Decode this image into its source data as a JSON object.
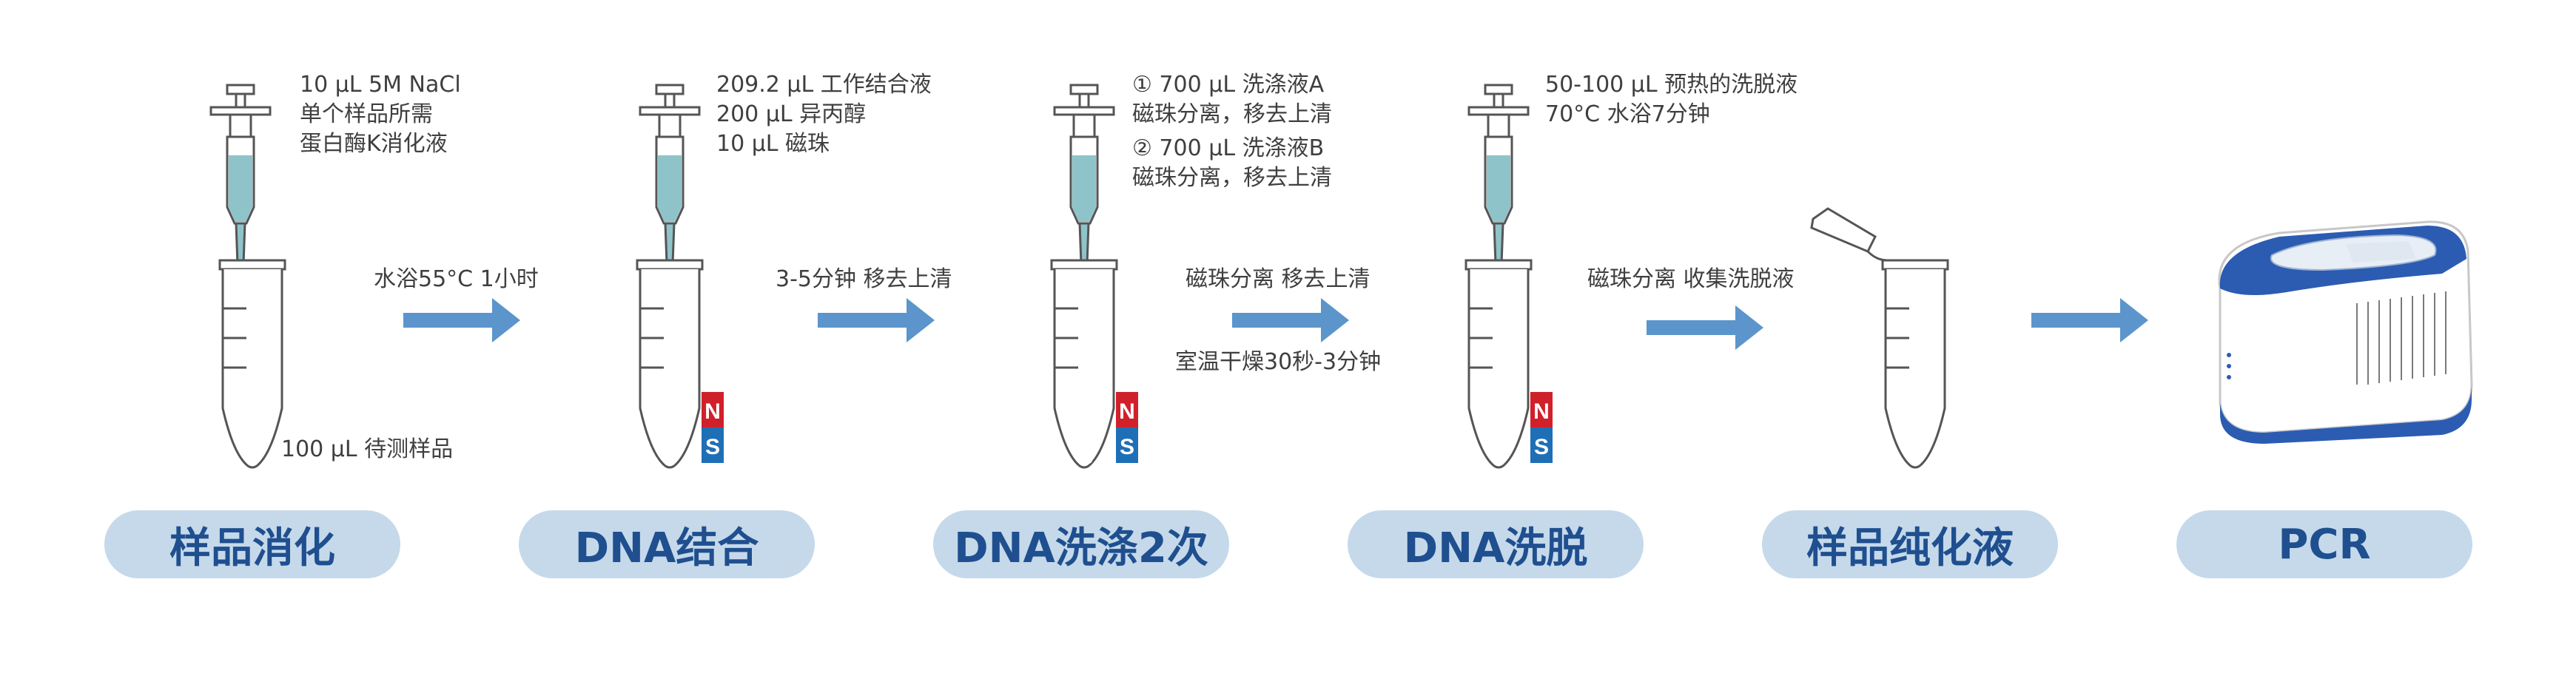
{
  "steps": [
    {
      "label": "样品消化",
      "reagents": [
        "10 µL 5M NaCl",
        "单个样品所需",
        "蛋白酶K消化液"
      ],
      "bottom_note": "100 µL 待测样品"
    },
    {
      "label": "DNA结合",
      "reagents": [
        "209.2 µL 工作结合液",
        "200 µL 异丙醇",
        "10 µL 磁珠"
      ]
    },
    {
      "label": "DNA洗涤2次",
      "reagents": [
        "① 700 µL 洗涤液A",
        "磁珠分离，移去上清",
        "② 700 µL 洗涤液B",
        "磁珠分离，移去上清"
      ]
    },
    {
      "label": "DNA洗脱",
      "reagents": [
        "50-100 µL 预热的洗脱液",
        "70°C 水浴7分钟"
      ]
    },
    {
      "label": "样品纯化液"
    },
    {
      "label": "PCR"
    }
  ],
  "arrows": [
    {
      "text_top": "水浴55°C 1小时"
    },
    {
      "text_top": "3-5分钟 移去上清"
    },
    {
      "text_top": "磁珠分离 移去上清",
      "text_bottom": "室温干燥30秒-3分钟"
    },
    {
      "text_top": "磁珠分离 收集洗脱液"
    },
    {}
  ],
  "magnet": {
    "north": "N",
    "south": "S"
  },
  "colors": {
    "liquid": "#8ec4c9",
    "arrow": "#5b95cb",
    "pill": "#c5d9ea",
    "pill_text": "#1f4f8f",
    "magnet_north": "#d0202a",
    "magnet_south": "#1f6fb6"
  }
}
